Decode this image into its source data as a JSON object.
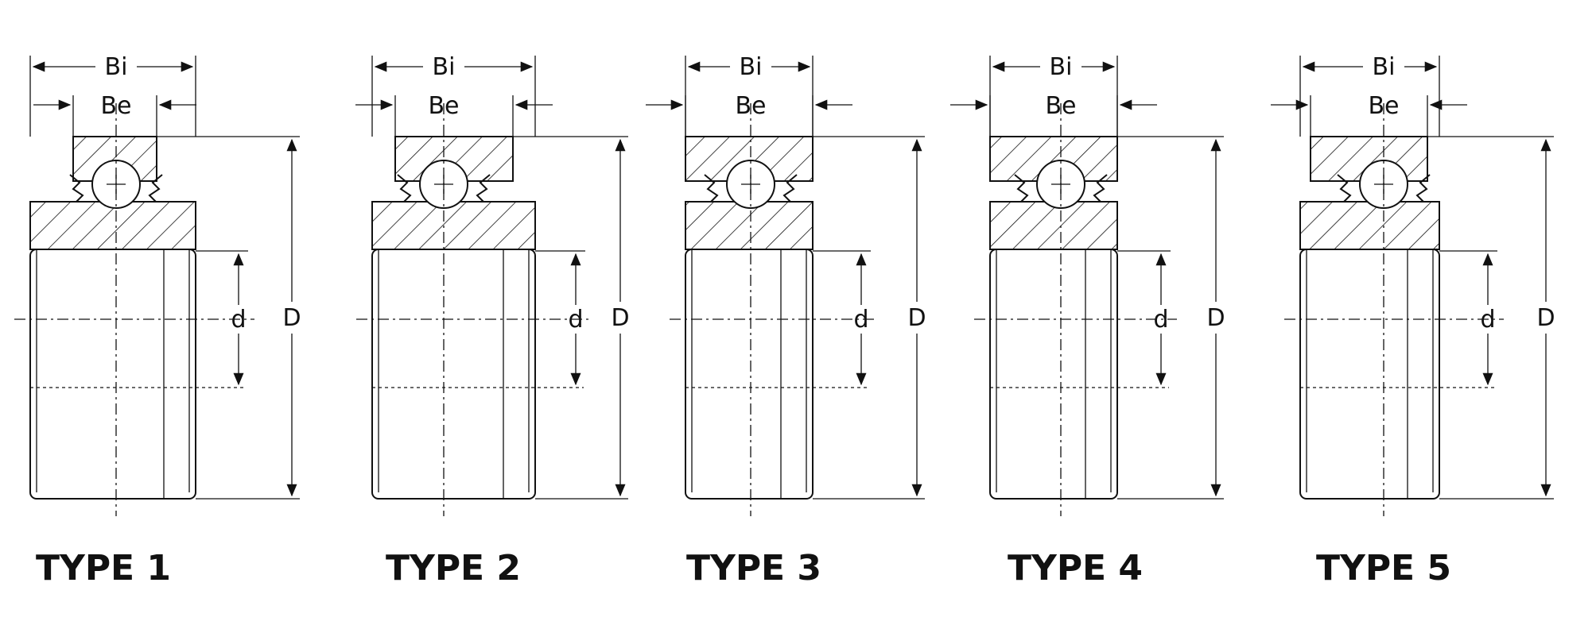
{
  "labels": {
    "bi": "Bi",
    "be": "Be",
    "d_outer": "D",
    "d_bore": "d"
  },
  "types": [
    {
      "label": "TYPE 1"
    },
    {
      "label": "TYPE 2"
    },
    {
      "label": "TYPE 3"
    },
    {
      "label": "TYPE 4"
    },
    {
      "label": "TYPE 5"
    }
  ]
}
